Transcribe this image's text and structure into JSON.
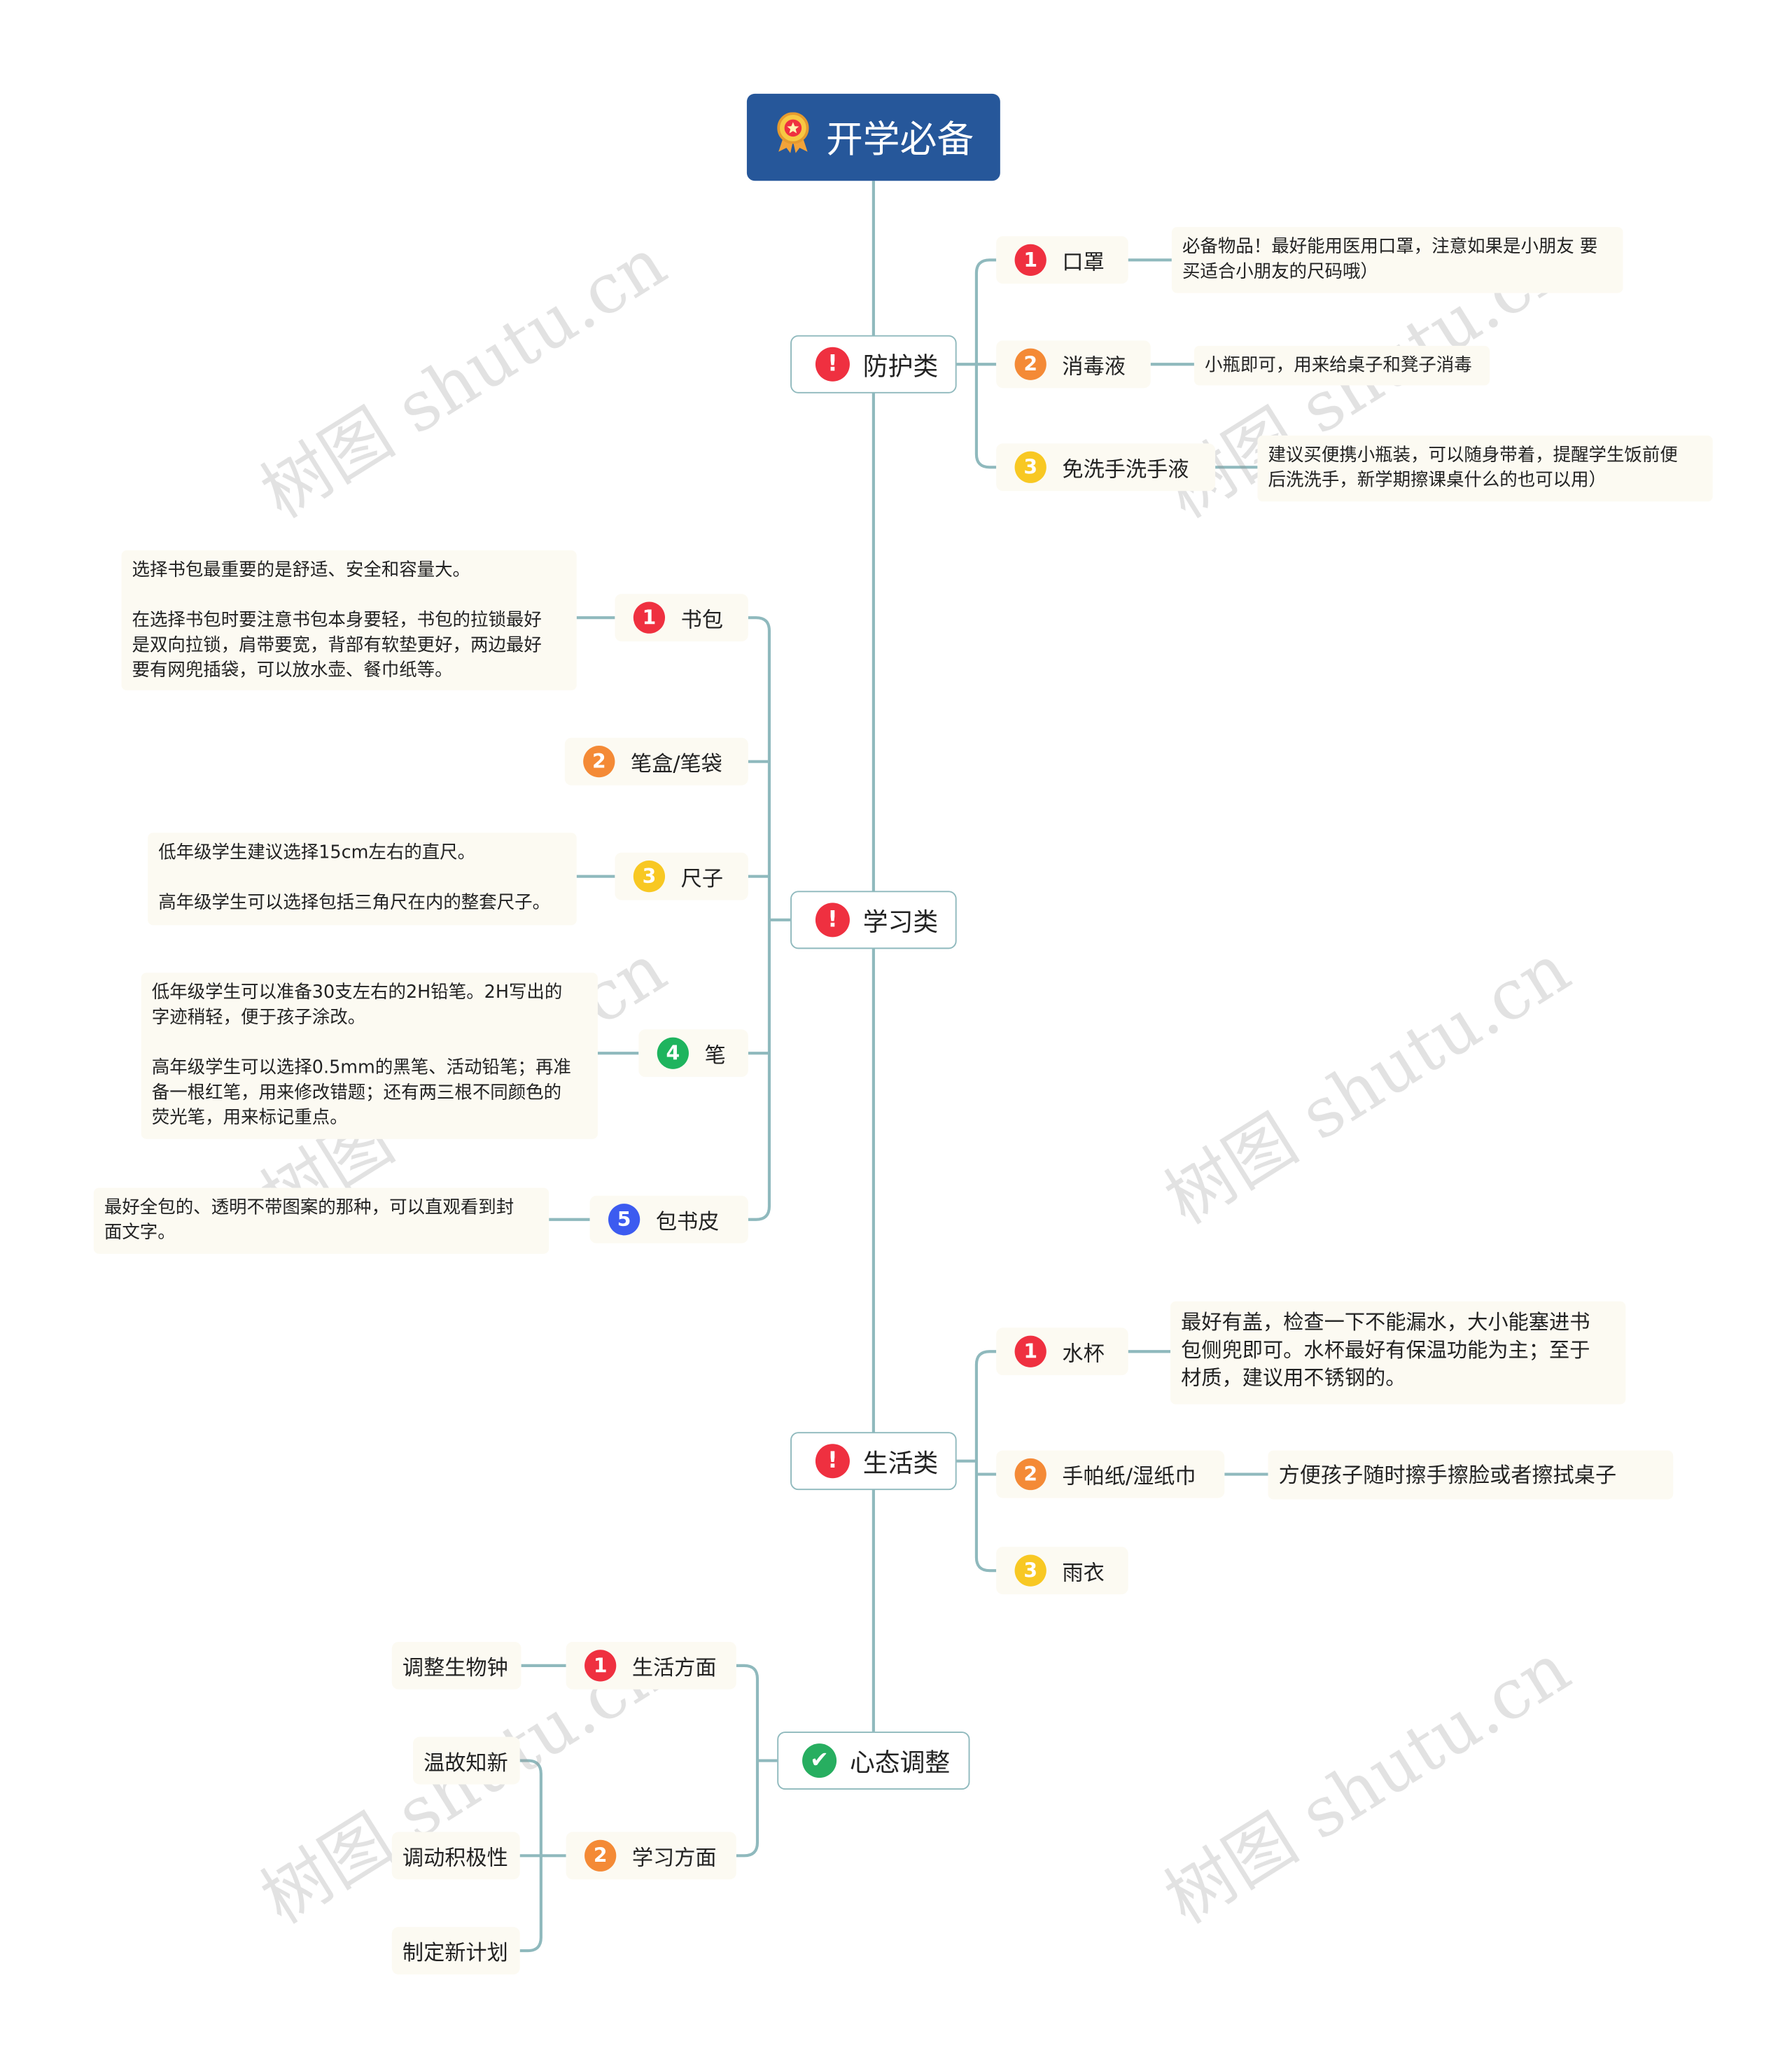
{
  "root": {
    "title": "开学必备",
    "icon": "award-ribbon-icon"
  },
  "colors": {
    "root_bg": "#26579a",
    "line": "#8fb9bd",
    "note_bg": "#fcfaf2",
    "badge_red": "#ef3040",
    "badge_orange": "#f48a36",
    "badge_yellow": "#f8c823",
    "badge_green": "#1eb45e",
    "badge_blue": "#3c5bf0"
  },
  "branches": {
    "fanghu": {
      "label": "防护类",
      "icon": "exclamation-icon",
      "items": [
        {
          "num": "1",
          "label": "口罩",
          "note": "必备物品！最好能用医用口罩，注意如果是小朋友 要\n买适合小朋友的尺码哦）"
        },
        {
          "num": "2",
          "label": "消毒液",
          "note": "小瓶即可，用来给桌子和凳子消毒"
        },
        {
          "num": "3",
          "label": "免洗手洗手液",
          "note": "建议买便携小瓶装，可以随身带着，提醒学生饭前便\n后洗洗手，新学期擦课桌什么的也可以用）"
        }
      ]
    },
    "xuexi": {
      "label": "学习类",
      "icon": "exclamation-icon",
      "items": [
        {
          "num": "1",
          "label": "书包",
          "note": "选择书包最重要的是舒适、安全和容量大。\n\n在选择书包时要注意书包本身要轻，书包的拉锁最好\n是双向拉锁，肩带要宽，背部有软垫更好，两边最好\n要有网兜插袋，可以放水壶、餐巾纸等。"
        },
        {
          "num": "2",
          "label": "笔盒/笔袋"
        },
        {
          "num": "3",
          "label": "尺子",
          "note": "低年级学生建议选择15cm左右的直尺。\n\n高年级学生可以选择包括三角尺在内的整套尺子。"
        },
        {
          "num": "4",
          "label": "笔",
          "note": "低年级学生可以准备30支左右的2H铅笔。2H写出的\n字迹稍轻，便于孩子涂改。\n\n高年级学生可以选择0.5mm的黑笔、活动铅笔；再准\n备一根红笔，用来修改错题；还有两三根不同颜色的\n荧光笔，用来标记重点。"
        },
        {
          "num": "5",
          "label": "包书皮",
          "note": "最好全包的、透明不带图案的那种，可以直观看到封\n面文字。"
        }
      ]
    },
    "shenghuo": {
      "label": "生活类",
      "icon": "exclamation-icon",
      "items": [
        {
          "num": "1",
          "label": "水杯",
          "note": "最好有盖，检查一下不能漏水，大小能塞进书\n包侧兜即可。水杯最好有保温功能为主；至于\n材质，建议用不锈钢的。"
        },
        {
          "num": "2",
          "label": "手帕纸/湿纸巾",
          "note": "方便孩子随时擦手擦脸或者擦拭桌子"
        },
        {
          "num": "3",
          "label": "雨衣"
        }
      ]
    },
    "xintai": {
      "label": "心态调整",
      "icon": "checkmark-icon",
      "items": [
        {
          "num": "1",
          "label": "生活方面",
          "children": [
            "调整生物钟"
          ]
        },
        {
          "num": "2",
          "label": "学习方面",
          "children": [
            "温故知新",
            "调动积极性",
            "制定新计划"
          ]
        }
      ]
    }
  },
  "watermark": "树图 shutu.cn"
}
